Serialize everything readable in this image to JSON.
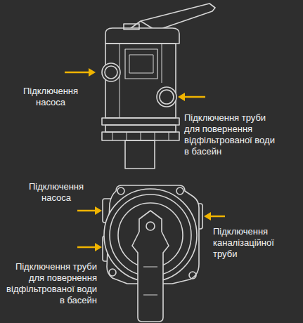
{
  "diagram": {
    "labels": [
      "Підключення насоса",
      "Підключення труби для повернення відфільтрованої води в басейн",
      "Підключення насоса",
      "Підключення каналізаційної труби",
      "Підключення труби для повернення відфільтрованої води в басейн"
    ]
  }
}
